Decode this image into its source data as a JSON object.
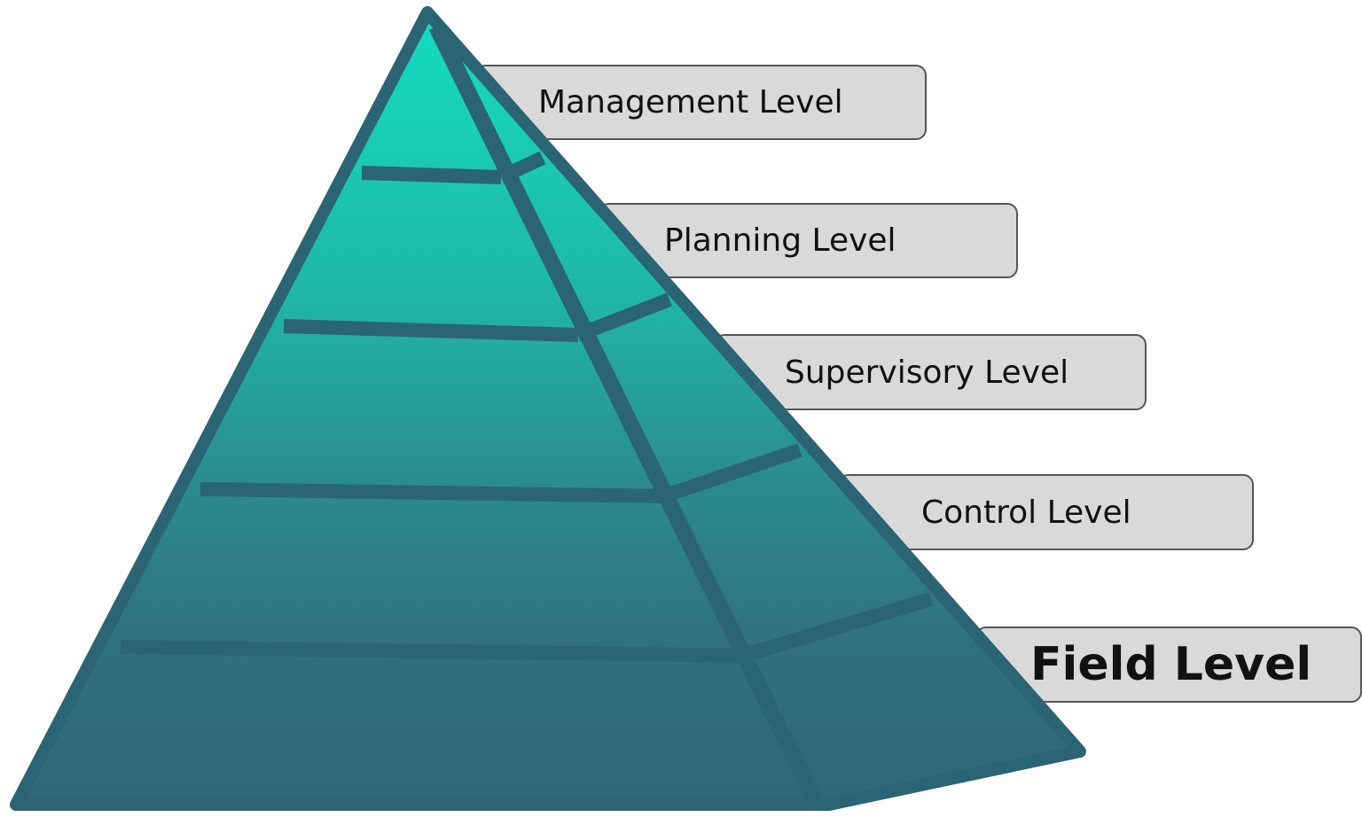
{
  "diagram": {
    "type": "pyramid",
    "levels": [
      {
        "label": "Management Level",
        "emphasis": false
      },
      {
        "label": "Planning Level",
        "emphasis": false
      },
      {
        "label": "Supervisory Level",
        "emphasis": false
      },
      {
        "label": "Control Level",
        "emphasis": false
      },
      {
        "label": "Field Level",
        "emphasis": true
      }
    ],
    "colors": {
      "top_fill": "#14dcc0",
      "bottom_fill": "#31667a",
      "outline": "#2b6475",
      "label_bg": "#d9d9d9",
      "label_border": "#555555"
    }
  }
}
